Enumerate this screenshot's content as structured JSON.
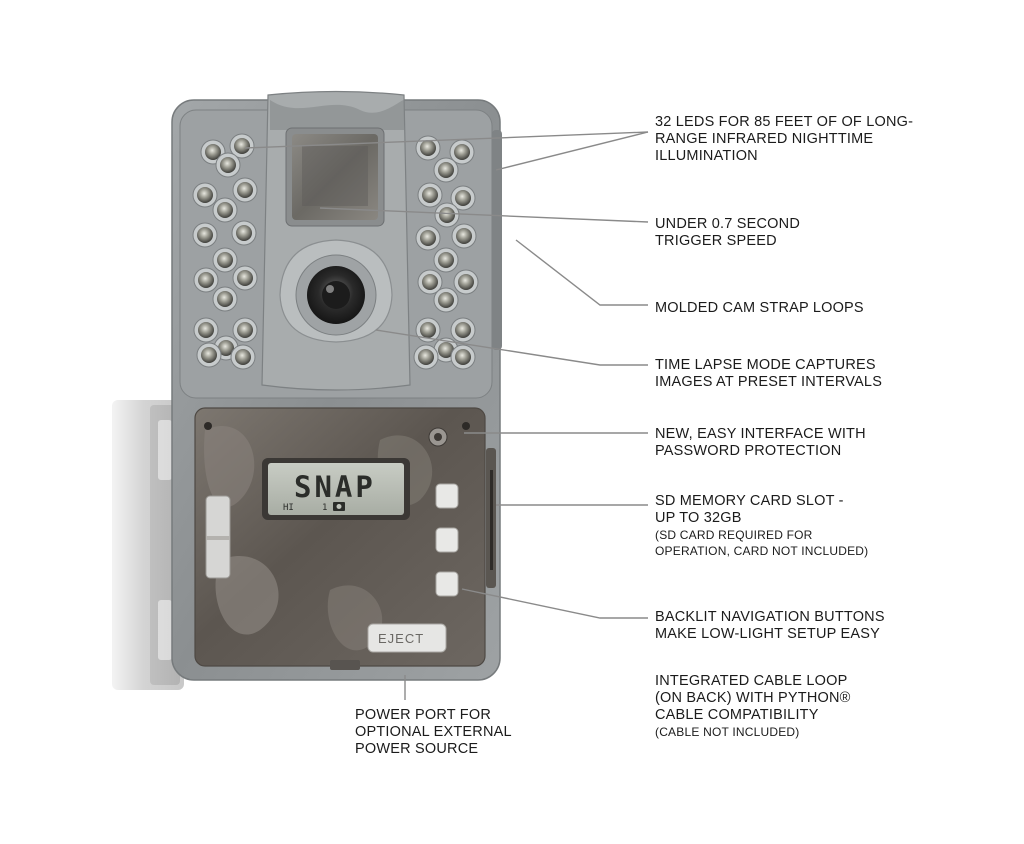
{
  "callouts": {
    "leds": {
      "lines": [
        "32 LEDS FOR 85 FEET OF OF LONG-",
        "RANGE INFRARED NIGHTTIME",
        "ILLUMINATION"
      ]
    },
    "trigger": {
      "lines": [
        "UNDER 0.7 SECOND",
        "TRIGGER SPEED"
      ]
    },
    "strap": {
      "lines": [
        "MOLDED CAM STRAP LOOPS"
      ]
    },
    "timelapse": {
      "lines": [
        "TIME LAPSE MODE CAPTURES",
        "IMAGES AT PRESET INTERVALS"
      ]
    },
    "interface": {
      "lines": [
        "NEW, EASY INTERFACE WITH",
        "PASSWORD PROTECTION"
      ]
    },
    "sdcard": {
      "lines": [
        "SD MEMORY CARD SLOT -",
        "UP TO 32GB"
      ],
      "notes": [
        "(SD CARD REQUIRED FOR",
        "OPERATION, CARD NOT INCLUDED)"
      ]
    },
    "backlit": {
      "lines": [
        "BACKLIT NAVIGATION BUTTONS",
        "MAKE LOW-LIGHT SETUP EASY"
      ]
    },
    "cable": {
      "lines": [
        "INTEGRATED CABLE LOOP",
        "(ON BACK) WITH PYTHON®",
        "CABLE COMPATIBILITY"
      ],
      "notes": [
        "(CABLE NOT INCLUDED)"
      ]
    },
    "power": {
      "lines": [
        "POWER PORT FOR",
        "OPTIONAL EXTERNAL",
        "POWER SOURCE"
      ]
    }
  },
  "camera": {
    "lcd_main": "SNAP",
    "lcd_hi": "HI",
    "lcd_count": "1",
    "eject_label": "EJECT"
  },
  "colors": {
    "text": "#1b1b1b",
    "leader": "#8a8a8a",
    "body": "#8f9395",
    "body_dark": "#5f5a55",
    "lcd": "#b8bcb4"
  }
}
